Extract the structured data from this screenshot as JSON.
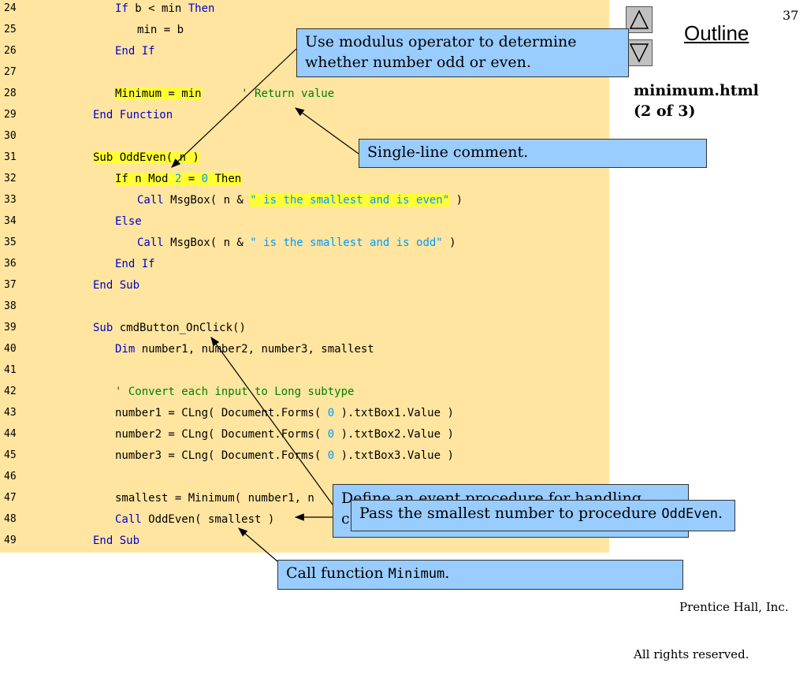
{
  "page_number": "37",
  "outline_link": "Outline",
  "file_title_line1": "minimum.html",
  "file_title_line2": "(2 of 3)",
  "copyright_line1": "Prentice Hall, Inc.",
  "copyright_line2": "All rights reserved.",
  "callouts": {
    "modulus": "Use modulus operator to determine whether number odd or even.",
    "comment": "Single-line comment.",
    "event_proc": "Define an event procedure for handling",
    "event_proc_line2": "c",
    "pass_pre": "Pass the smallest number to procedure ",
    "pass_code": "OddEven",
    "pass_post": ".",
    "call_pre": "Call function ",
    "call_code": "Minimum",
    "call_post": "."
  },
  "code_lines": [
    {
      "n": "24",
      "indent": 2,
      "tokens": [
        {
          "t": "If",
          "c": "kw"
        },
        {
          "t": " b < min "
        },
        {
          "t": "Then",
          "c": "kw"
        }
      ]
    },
    {
      "n": "25",
      "indent": 3,
      "tokens": [
        {
          "t": "min = b"
        }
      ]
    },
    {
      "n": "26",
      "indent": 2,
      "tokens": [
        {
          "t": "End If",
          "c": "kw"
        }
      ]
    },
    {
      "n": "27",
      "indent": 0,
      "tokens": []
    },
    {
      "n": "28",
      "indent": 2,
      "tokens": [
        {
          "t": "Minimum = min",
          "c": "hl"
        },
        {
          "t": "      "
        },
        {
          "t": "' Return value",
          "c": "cmt"
        }
      ]
    },
    {
      "n": "29",
      "indent": 1,
      "tokens": [
        {
          "t": "End Function",
          "c": "kw"
        }
      ]
    },
    {
      "n": "30",
      "indent": 0,
      "tokens": []
    },
    {
      "n": "31",
      "indent": 1,
      "tokens": [
        {
          "t": "Sub OddEven( n )",
          "c": "hl"
        }
      ]
    },
    {
      "n": "32",
      "indent": 2,
      "tokens": [
        {
          "t": "If n Mod ",
          "c": "hlkw"
        },
        {
          "t": "2",
          "c": "hlnum"
        },
        {
          "t": " = ",
          "c": "hl"
        },
        {
          "t": "0",
          "c": "hlnum"
        },
        {
          "t": " Then",
          "c": "hl"
        }
      ]
    },
    {
      "n": "33",
      "indent": 3,
      "tokens": [
        {
          "t": "Call",
          "c": "kw"
        },
        {
          "t": " MsgBox( n & "
        },
        {
          "t": "\" is the smallest and is even\"",
          "c": "hlstr"
        },
        {
          "t": " )"
        }
      ]
    },
    {
      "n": "34",
      "indent": 2,
      "tokens": [
        {
          "t": "Else",
          "c": "kw"
        }
      ]
    },
    {
      "n": "35",
      "indent": 3,
      "tokens": [
        {
          "t": "Call",
          "c": "kw"
        },
        {
          "t": " MsgBox( n & "
        },
        {
          "t": "\" is the smallest and is odd\"",
          "c": "str"
        },
        {
          "t": " )"
        }
      ]
    },
    {
      "n": "36",
      "indent": 2,
      "tokens": [
        {
          "t": "End If",
          "c": "kw"
        }
      ]
    },
    {
      "n": "37",
      "indent": 1,
      "tokens": [
        {
          "t": "End Sub",
          "c": "kw"
        }
      ]
    },
    {
      "n": "38",
      "indent": 0,
      "tokens": []
    },
    {
      "n": "39",
      "indent": 1,
      "tokens": [
        {
          "t": "Sub",
          "c": "kw"
        },
        {
          "t": " cmdButton_OnClick()"
        }
      ]
    },
    {
      "n": "40",
      "indent": 2,
      "tokens": [
        {
          "t": "Dim",
          "c": "kw"
        },
        {
          "t": " number1, number2, number3, smallest"
        }
      ]
    },
    {
      "n": "41",
      "indent": 0,
      "tokens": []
    },
    {
      "n": "42",
      "indent": 2,
      "tokens": [
        {
          "t": "' Convert each input to Long subtype",
          "c": "cmt"
        }
      ]
    },
    {
      "n": "43",
      "indent": 2,
      "tokens": [
        {
          "t": "number1 = CLng( Document.Forms( "
        },
        {
          "t": "0",
          "c": "num"
        },
        {
          "t": " ).txtBox1.Value )"
        }
      ]
    },
    {
      "n": "44",
      "indent": 2,
      "tokens": [
        {
          "t": "number2 = CLng( Document.Forms( "
        },
        {
          "t": "0",
          "c": "num"
        },
        {
          "t": " ).txtBox2.Value )"
        }
      ]
    },
    {
      "n": "45",
      "indent": 2,
      "tokens": [
        {
          "t": "number3 = CLng( Document.Forms( "
        },
        {
          "t": "0",
          "c": "num"
        },
        {
          "t": " ).txtBox3.Value )"
        }
      ]
    },
    {
      "n": "46",
      "indent": 0,
      "tokens": []
    },
    {
      "n": "47",
      "indent": 2,
      "tokens": [
        {
          "t": "smallest = Minimum( number1, n"
        }
      ]
    },
    {
      "n": "48",
      "indent": 2,
      "tokens": [
        {
          "t": "Call",
          "c": "kw"
        },
        {
          "t": " OddEven( smallest )"
        }
      ]
    },
    {
      "n": "49",
      "indent": 1,
      "tokens": [
        {
          "t": "End Sub",
          "c": "kw"
        }
      ]
    }
  ]
}
